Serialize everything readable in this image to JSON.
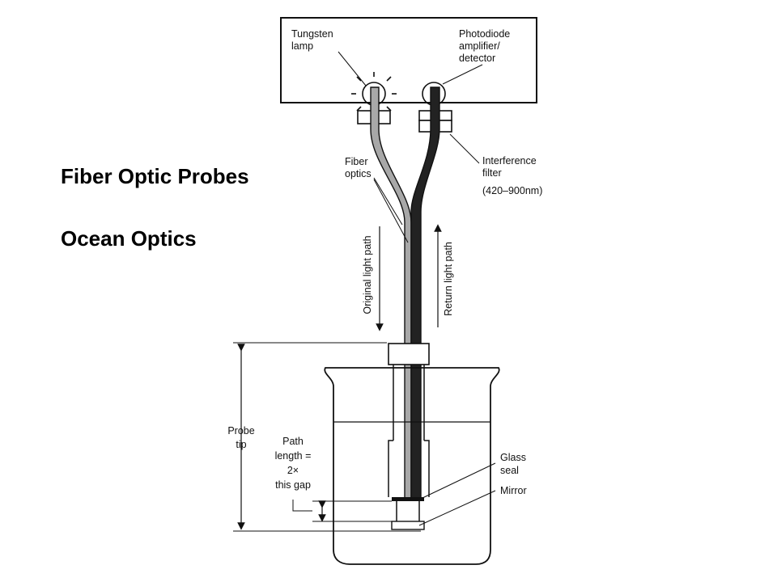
{
  "slide": {
    "title": "Fiber Optic Probes",
    "subtitle": "Ocean Optics"
  },
  "diagram": {
    "labels": {
      "tungsten_1": "Tungsten",
      "tungsten_2": "lamp",
      "photodiode_1": "Photodiode",
      "photodiode_2": "amplifier/",
      "photodiode_3": "detector",
      "fiber_1": "Fiber",
      "fiber_2": "optics",
      "interference_1": "Interference",
      "interference_2": "filter",
      "interference_3": "(420–900nm)",
      "original_path": "Original light path",
      "return_path": "Return light path",
      "probe_1": "Probe",
      "probe_2": "tip",
      "path_1": "Path",
      "path_2": "length =",
      "path_3": "2×",
      "path_4": "this gap",
      "glass_1": "Glass",
      "glass_2": "seal",
      "mirror": "Mirror"
    },
    "colors": {
      "ink": "#111111",
      "fiber_out": "#a8a8a8",
      "fiber_return": "#222222"
    }
  }
}
